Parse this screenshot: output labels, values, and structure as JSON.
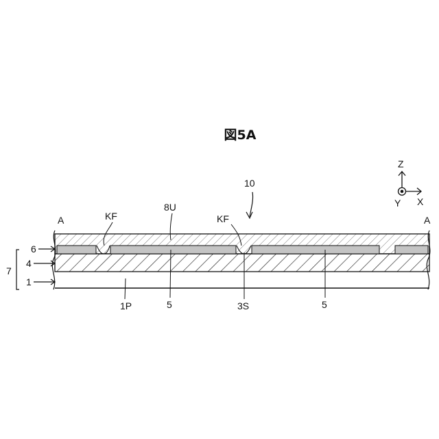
{
  "figure": {
    "title": "図5A",
    "device_label": "10",
    "section_left": "A",
    "section_right": "A",
    "layer_labels": {
      "layer6": "6",
      "layer4": "4",
      "layer1": "1",
      "group": "7"
    },
    "callouts": {
      "kf_left": "KF",
      "kf_right": "KF",
      "top_layer": "8U",
      "substrate": "1P",
      "pad_left": "5",
      "pad_right": "5",
      "slit": "3S"
    },
    "axes": {
      "z": "Z",
      "x": "X",
      "y": "Y"
    }
  }
}
